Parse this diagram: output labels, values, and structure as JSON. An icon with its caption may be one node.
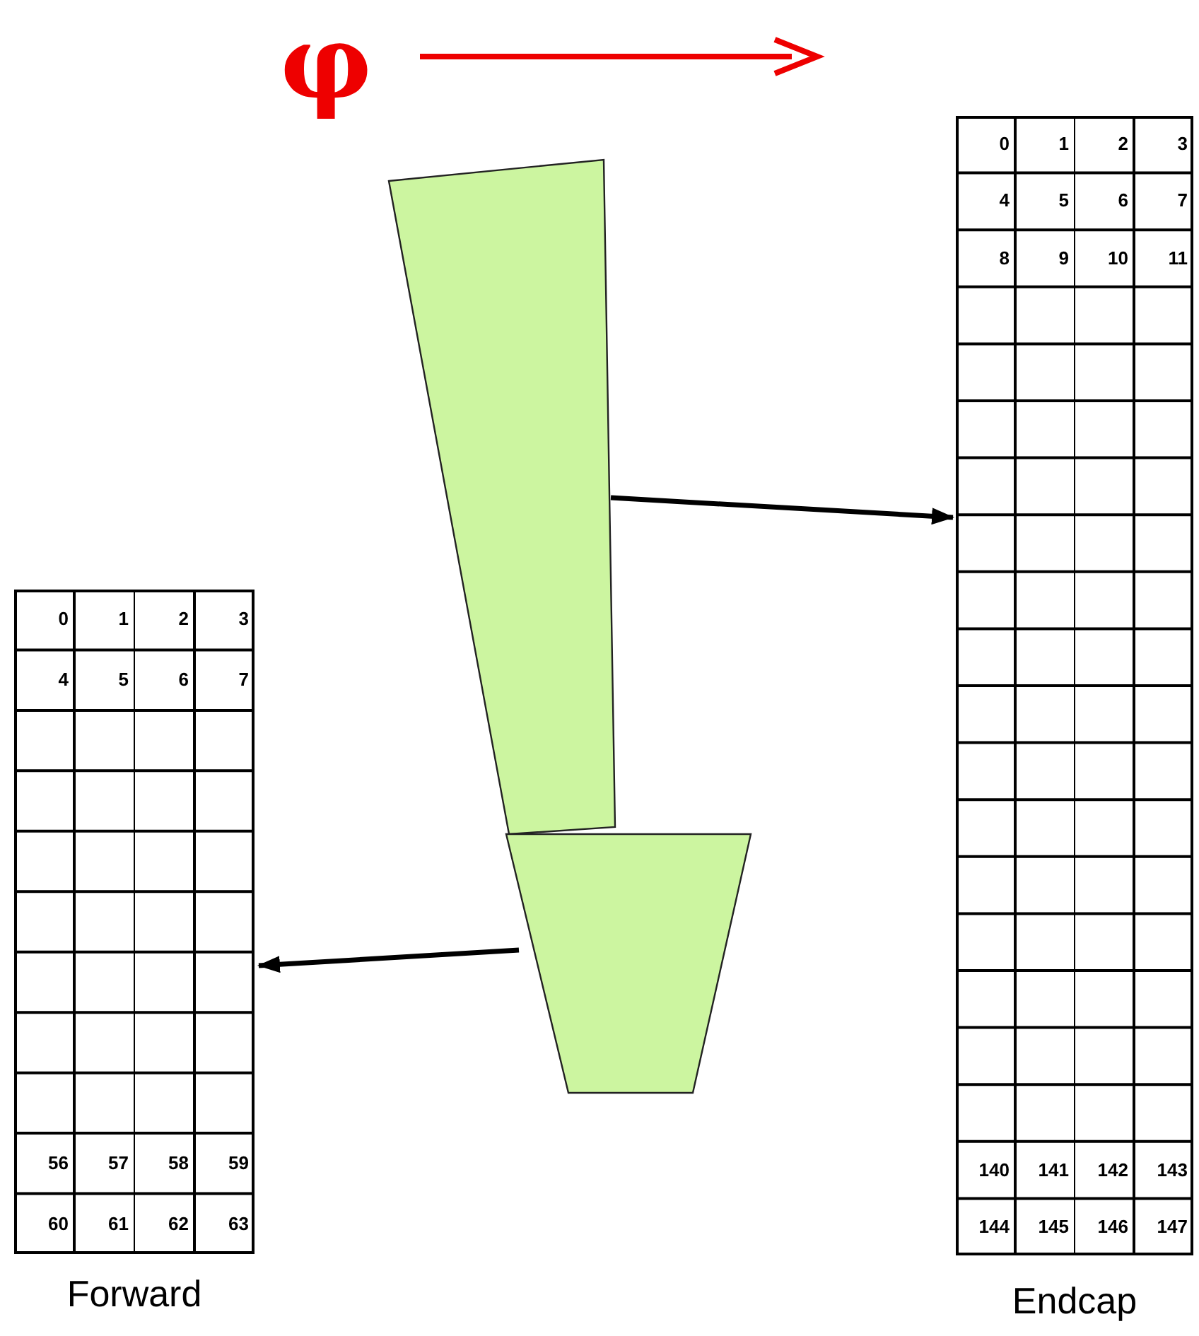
{
  "diagram": {
    "nodes": [
      {
        "text": [
          "Forward"
        ]
      },
      {
        "text": [],
        "shape": "trapezoid"
      },
      {
        "text": [],
        "shape": "trapezoid"
      },
      {
        "text": [
          "Endcap"
        ]
      }
    ],
    "edges": [
      {
        "from": 1,
        "to": 3,
        "arrow": "to"
      },
      {
        "from": 2,
        "to": 0,
        "arrow": "to"
      }
    ],
    "labels": [
      "φ",
      "0",
      "1",
      "2",
      "3",
      "4",
      "5",
      "6",
      "7",
      "56",
      "57",
      "58",
      "59",
      "60",
      "61",
      "62",
      "63",
      "0",
      "1",
      "2",
      "3",
      "4",
      "5",
      "6",
      "7",
      "8",
      "9",
      "10",
      "11",
      "140",
      "141",
      "142",
      "143",
      "144",
      "145",
      "146",
      "147"
    ]
  }
}
